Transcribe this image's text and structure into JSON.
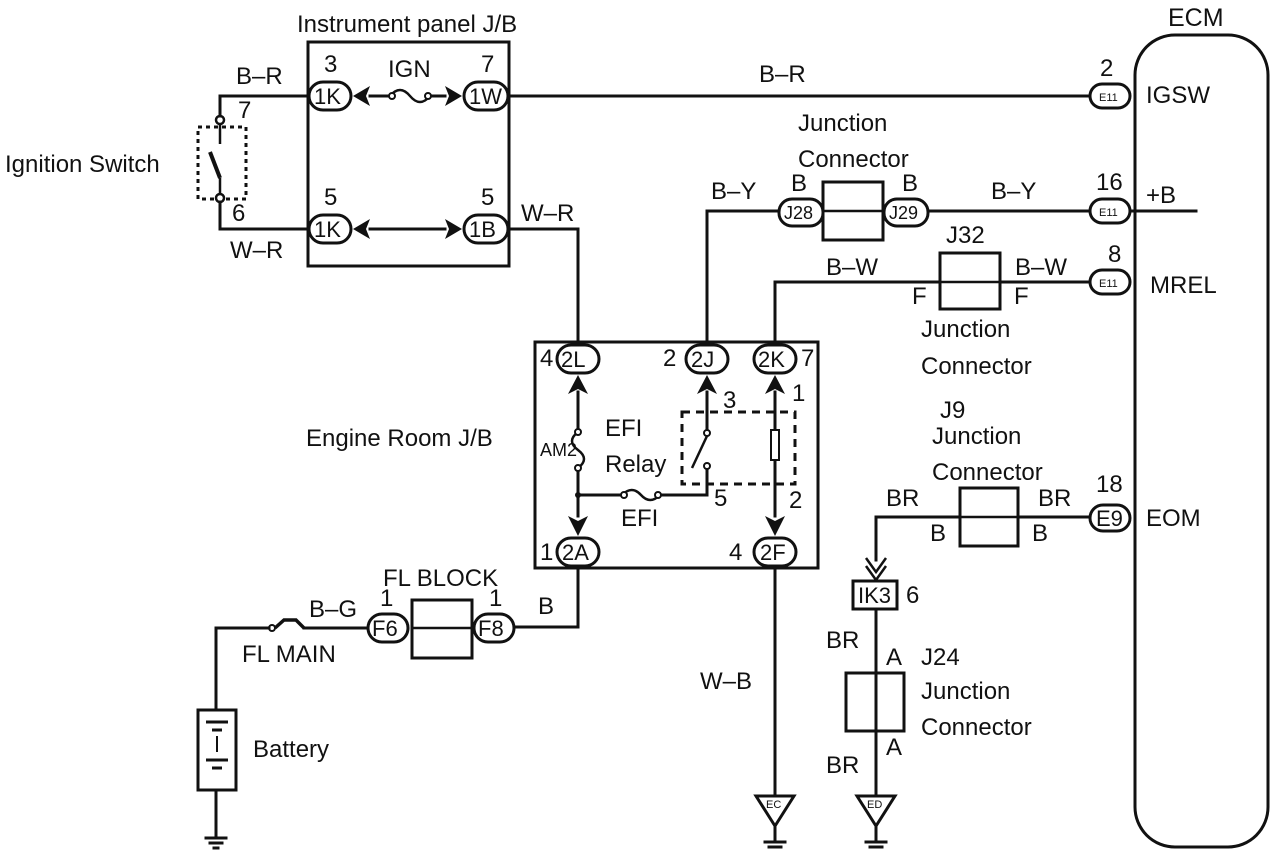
{
  "ecm": {
    "title": "ECM",
    "terms": [
      {
        "num": "2",
        "conn": "E11",
        "name": "IGSW"
      },
      {
        "num": "16",
        "conn": "E11",
        "name": "+B"
      },
      {
        "num": "8",
        "conn": "E11",
        "name": "MREL"
      },
      {
        "num": "18",
        "conn": "E9",
        "name": "EOM"
      }
    ]
  },
  "ignition": {
    "label": "Ignition Switch",
    "pin_top": "7",
    "pin_bottom": "6",
    "wire_top": "B–R",
    "wire_bottom": "W–R"
  },
  "ip_jb": {
    "title": "Instrument panel J/B",
    "fuse": "IGN",
    "conns": [
      {
        "pin": "3",
        "name": "1K"
      },
      {
        "pin": "7",
        "name": "1W"
      },
      {
        "pin": "5",
        "name": "1K"
      },
      {
        "pin": "5",
        "name": "1B"
      }
    ]
  },
  "wires": {
    "br_top": "B–R",
    "wr_right": "W–R",
    "by_left": "B–Y",
    "by_right": "B–Y",
    "bw_left": "B–W",
    "bw_right": "B–W",
    "br_left": "BR",
    "br_right": "BR",
    "bg": "B–G",
    "b": "B",
    "wb": "W–B",
    "br_j24_top": "BR",
    "br_j24_bot": "BR"
  },
  "junction_connector": {
    "top_line1": "Junction",
    "top_line2": "Connector",
    "j28": "J28",
    "j29": "J29",
    "pin_b_left": "B",
    "pin_b_right": "B",
    "j32": "J32",
    "pin_f_left": "F",
    "pin_f_right": "F",
    "j32_line1": "Junction",
    "j32_line2": "Connector",
    "j9": "J9",
    "j9_line1": "Junction",
    "j9_line2": "Connector",
    "j9_pin_left": "B",
    "j9_pin_right": "B",
    "j24": "J24",
    "j24_line1": "Junction",
    "j24_line2": "Connector",
    "j24_pin_top": "A",
    "j24_pin_bot": "A"
  },
  "engine_jb": {
    "label": "Engine Room J/B",
    "top": [
      {
        "pin": "4",
        "name": "2L"
      },
      {
        "pin": "2",
        "name": "2J"
      },
      {
        "name": "2K",
        "pin": "7"
      }
    ],
    "bottom": [
      {
        "pin": "1",
        "name": "2A"
      },
      {
        "pin": "4",
        "name": "2F"
      }
    ],
    "am2": "AM2",
    "relay_line1": "EFI",
    "relay_line2": "Relay",
    "efi_fuse": "EFI",
    "relay_pins": {
      "p3": "3",
      "p1": "1",
      "p5": "5",
      "p2": "2"
    }
  },
  "fl_block": {
    "label": "FL BLOCK",
    "f6": "F6",
    "f8": "F8",
    "pin_left": "1",
    "pin_right": "1",
    "fl_main": "FL MAIN"
  },
  "battery": {
    "label": "Battery"
  },
  "ik3": {
    "name": "IK3",
    "pin": "6"
  },
  "grounds": {
    "ec": "EC",
    "ed": "ED"
  }
}
